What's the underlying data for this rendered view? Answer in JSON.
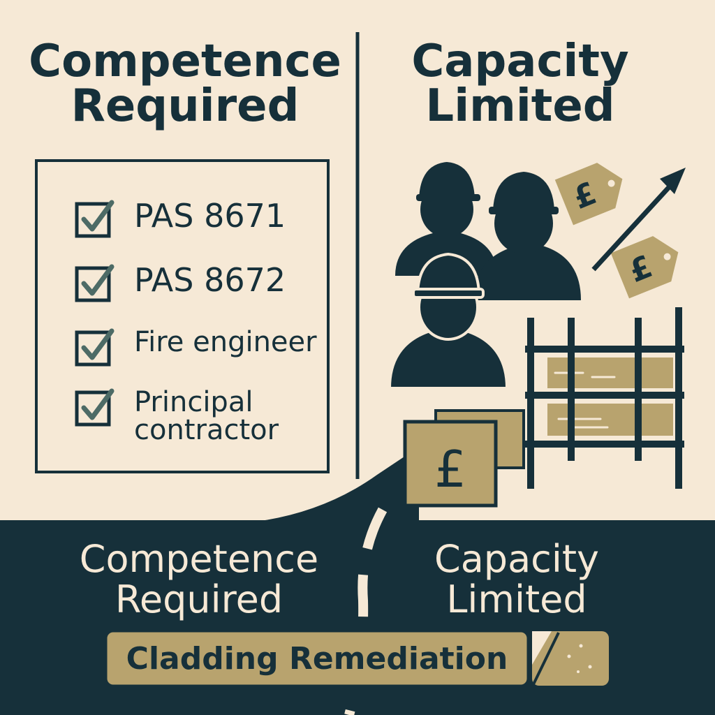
{
  "colors": {
    "navy": "#16303a",
    "cream": "#f6e9d6",
    "tan": "#b8a36e",
    "check_green": "#4d6b66"
  },
  "left_panel": {
    "title_line1": "Competence",
    "title_line2": "Required",
    "checklist": [
      {
        "label_line1": "PAS 8671",
        "icon": "checkbox-checked-icon"
      },
      {
        "label_line1": "PAS 8672",
        "icon": "checkbox-checked-icon"
      },
      {
        "label_line1": "Fire engineer",
        "icon": "checkbox-checked-icon"
      },
      {
        "label_line1": "Principal",
        "label_line2": "contractor",
        "icon": "checkbox-checked-icon"
      }
    ]
  },
  "right_panel": {
    "title_line1": "Capacity",
    "title_line2": "Limited",
    "icons": [
      "worker-hardhat-icon",
      "price-tag-pound-icon",
      "rising-arrow-icon",
      "scaffolding-icon",
      "pound-sign-icon"
    ],
    "currency_symbol": "£"
  },
  "bottom": {
    "left_line1": "Competence",
    "left_line2": "Required",
    "right_line1": "Capacity",
    "right_line2": "Limited",
    "banner": "Cladding Remediation"
  }
}
